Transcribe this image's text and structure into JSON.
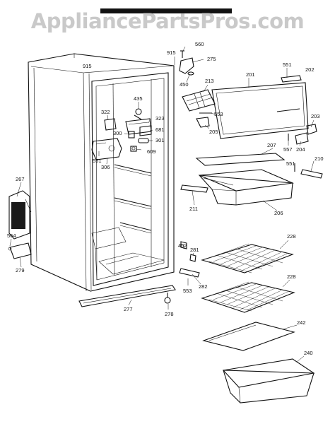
{
  "header": {
    "watermark": "AppliancePartsPros.com"
  },
  "callouts": {
    "c915a": "915",
    "c915b": "915",
    "c560": "560",
    "c275": "275",
    "c450": "450",
    "c213": "213",
    "c201": "201",
    "c551a": "551",
    "c202": "202",
    "c435": "435",
    "c322": "322",
    "c323": "323",
    "c300": "300",
    "c681": "681",
    "c301": "301",
    "c551b": "551",
    "c306": "306",
    "c609": "609",
    "c553a": "553",
    "c205": "205",
    "c203": "203",
    "c207": "207",
    "c557": "557",
    "c204": "204",
    "c551c": "551",
    "c210": "210",
    "c211": "211",
    "c206": "206",
    "c267": "267",
    "c564": "564",
    "c279": "279",
    "c452": "452",
    "c281": "281",
    "c228a": "228",
    "c282": "282",
    "c553b": "553",
    "c228b": "228",
    "c277": "277",
    "c278": "278",
    "c242": "242",
    "c240": "240"
  },
  "colors": {
    "ink": "#111111",
    "watermark": "#c9c9c9",
    "background": "#ffffff"
  }
}
